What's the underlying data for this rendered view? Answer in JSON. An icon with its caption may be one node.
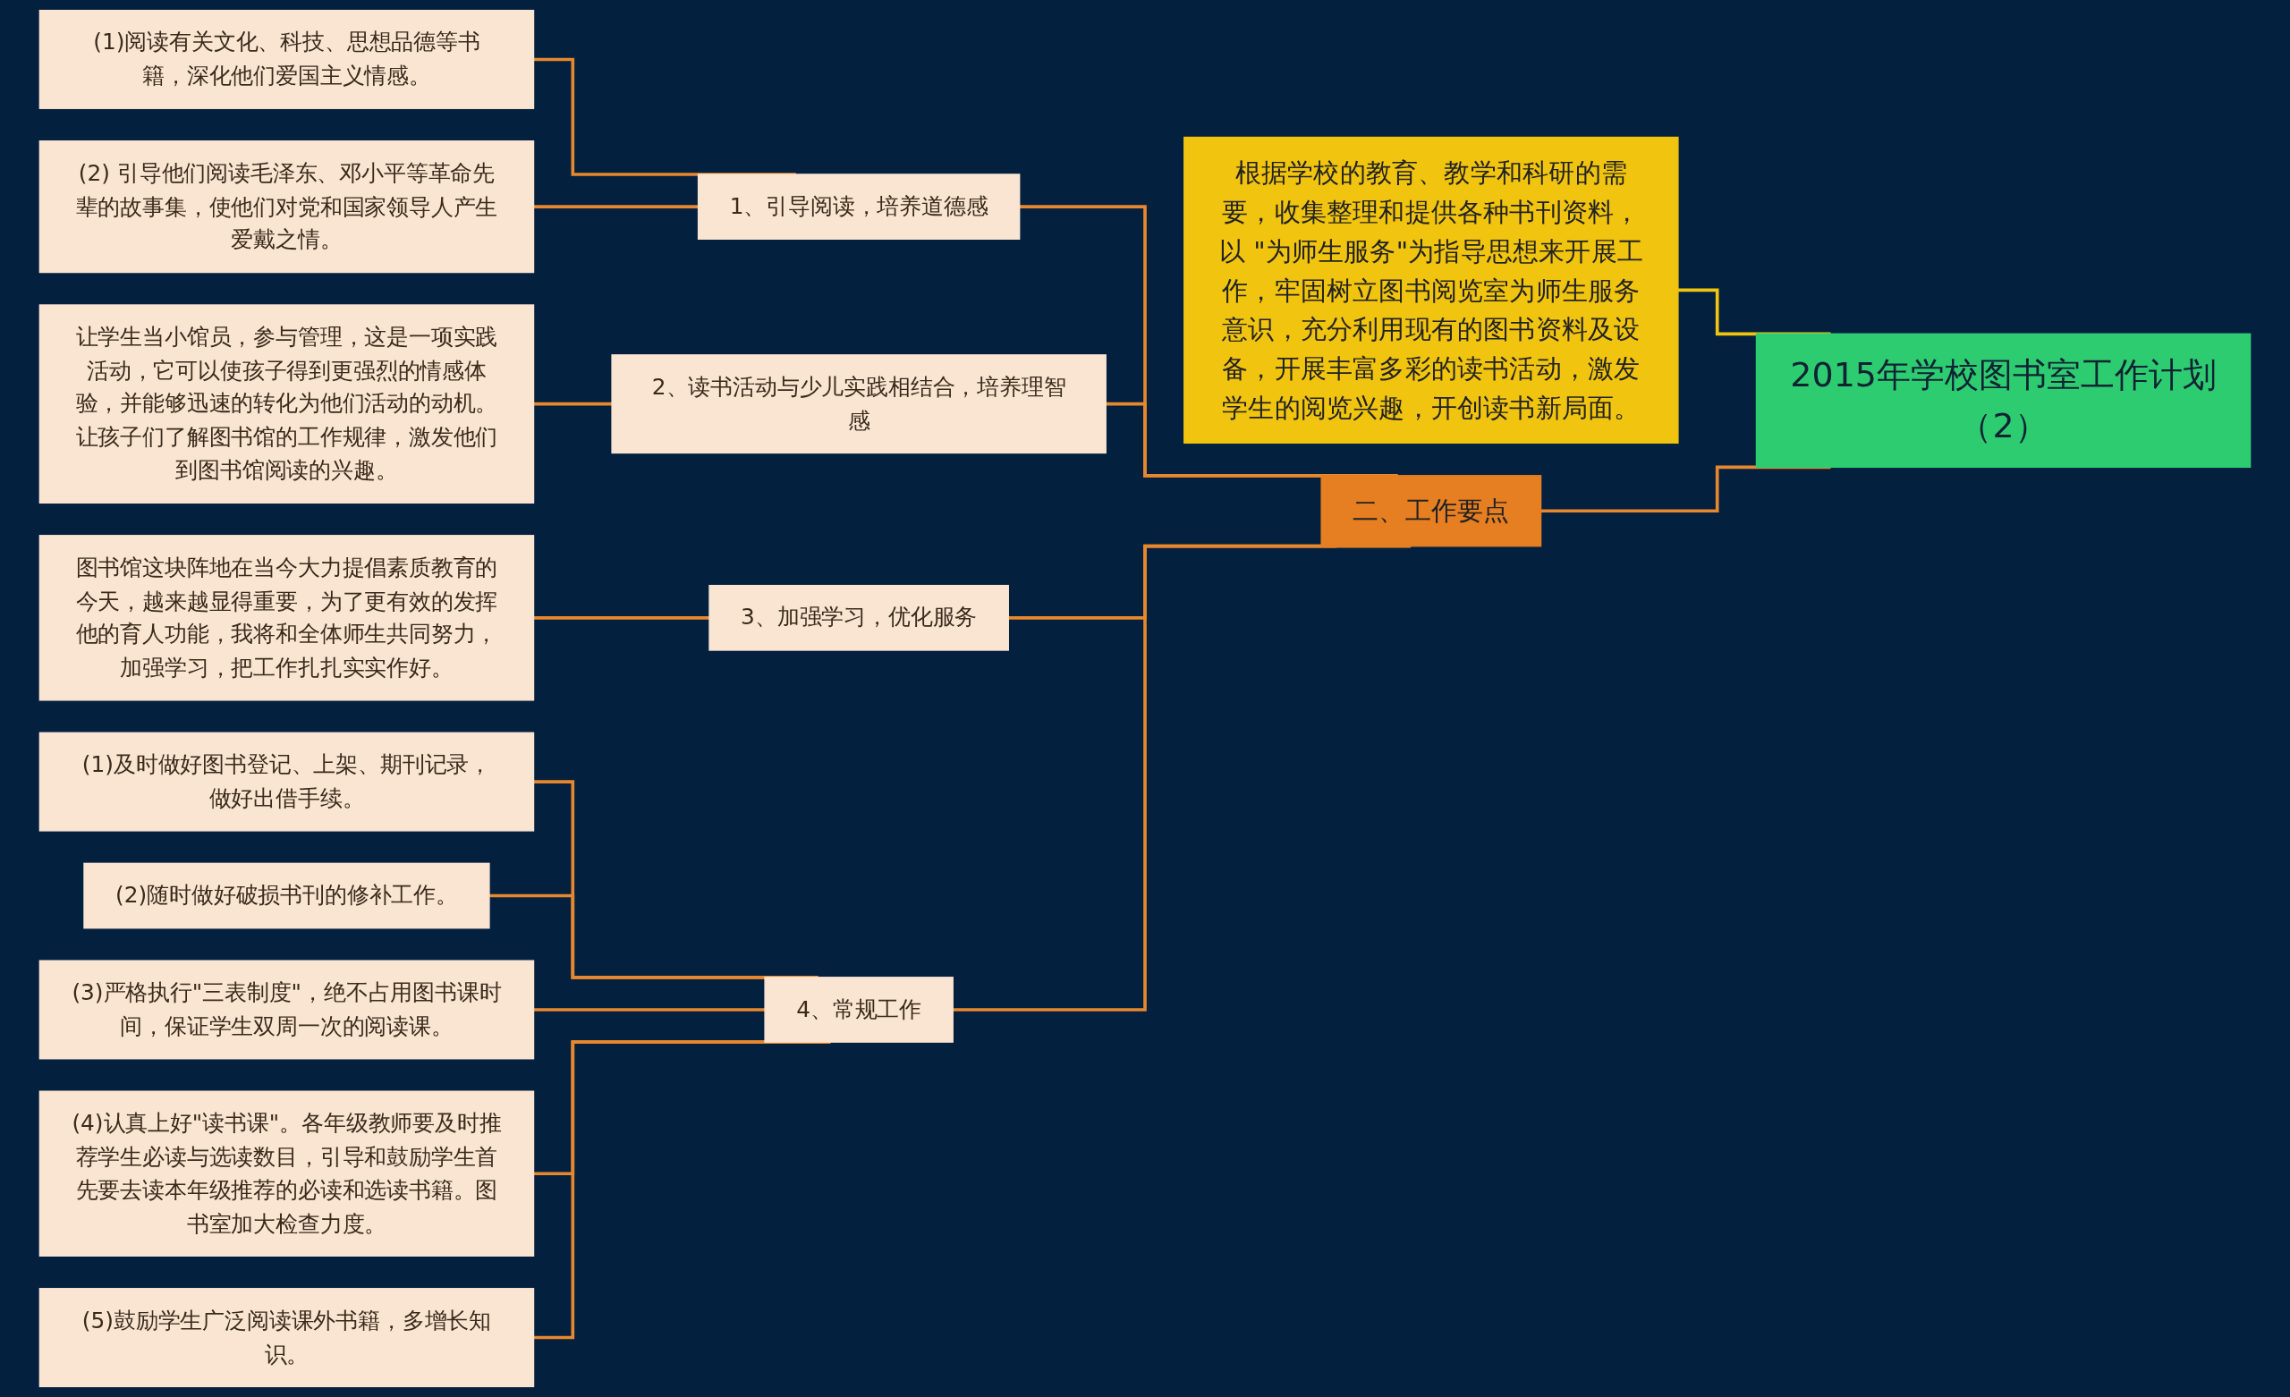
{
  "diagram": {
    "nodes": [
      {
        "text": [
          "2015年学校图书室工作计划（2）"
        ]
      },
      {
        "text": [
          "二、工作要点"
        ]
      },
      {
        "text": [
          "1、引导阅读，培养道德感"
        ]
      },
      {
        "text": [
          "(1)阅读有关文化、科技、思想品德等书籍，深化他们爱国主义情感。"
        ]
      },
      {
        "text": [
          "(2) 引导他们阅读毛泽东、邓小平等革命先辈的故事集，使他们对党和国家领导人产生爱戴之情。"
        ]
      },
      {
        "text": [
          "2、读书活动与少儿实践相结合，培养理智感"
        ]
      },
      {
        "text": [
          "让学生当小馆员，参与管理，这是一项实践活动，它可以使孩子得到更强烈的情感体验，并能够迅速的转化为他们活动的动机。让孩子们了解图书馆的工作规律，激发他们到图书馆阅读的兴趣。"
        ]
      },
      {
        "text": [
          "3、加强学习，优化服务"
        ]
      },
      {
        "text": [
          "图书馆这块阵地在当今大力提倡素质教育的今天，越来越显得重要，为了更有效的发挥他的育人功能，我将和全体师生共同努力，加强学习，把工作扎扎实实作好。"
        ]
      },
      {
        "text": [
          "4、常规工作"
        ]
      },
      {
        "text": [
          "(1)及时做好图书登记、上架、期刊记录，做好出借手续。"
        ]
      },
      {
        "text": [
          "(2)随时做好破损书刊的修补工作。"
        ]
      },
      {
        "text": [
          "(3)严格执行\"三表制度\"，绝不占用图书课时间，保证学生双周一次的阅读课。"
        ]
      },
      {
        "text": [
          "(4)认真上好\"读书课\"。各年级教师要及时推荐学生必读与选读数目，引导和鼓励学生首先要去读本年级推荐的必读和选读书籍。图书室加大检查力度。"
        ]
      },
      {
        "text": [
          "(5)鼓励学生广泛阅读课外书籍，多增长知识。"
        ]
      },
      {
        "text": [
          "根据学校的教育、教学和科研的需要，收集整理和提供各种书刊资料，以 \"为师生服务\"为指导思想来开展工作，牢固树立图书阅览室为师生服务意识，充分利用现有的图书资料及设备，开展丰富多彩的读书活动，激发学生的阅览兴趣，开创读书新局面。"
        ]
      }
    ],
    "edges": [
      {
        "from": 0,
        "to": 1,
        "arrow": "none"
      },
      {
        "from": 1,
        "to": 2,
        "arrow": "none"
      },
      {
        "from": 2,
        "to": 3,
        "arrow": "none"
      },
      {
        "from": 2,
        "to": 4,
        "arrow": "none"
      },
      {
        "from": 1,
        "to": 5,
        "arrow": "none"
      },
      {
        "from": 5,
        "to": 6,
        "arrow": "none"
      },
      {
        "from": 1,
        "to": 7,
        "arrow": "none"
      },
      {
        "from": 7,
        "to": 8,
        "arrow": "none"
      },
      {
        "from": 1,
        "to": 9,
        "arrow": "none"
      },
      {
        "from": 9,
        "to": 10,
        "arrow": "none"
      },
      {
        "from": 9,
        "to": 11,
        "arrow": "none"
      },
      {
        "from": 9,
        "to": 12,
        "arrow": "none"
      },
      {
        "from": 9,
        "to": 13,
        "arrow": "none"
      },
      {
        "from": 9,
        "to": 14,
        "arrow": "none"
      },
      {
        "from": 0,
        "to": 15,
        "arrow": "none",
        "color": "#f1c40f"
      }
    ]
  }
}
